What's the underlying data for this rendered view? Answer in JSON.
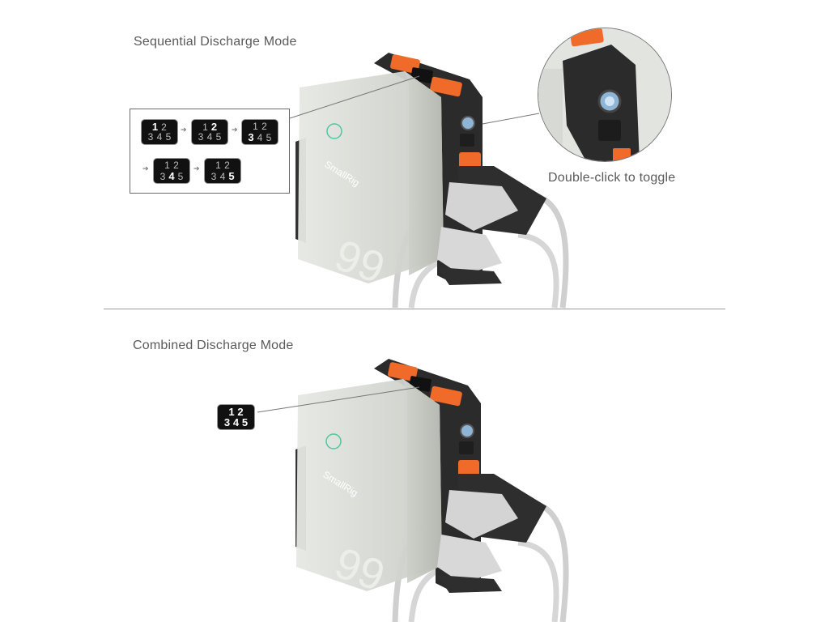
{
  "sections": {
    "sequential": {
      "title": "Sequential Discharge Mode",
      "toggle_hint": "Double-click to toggle",
      "steps": [
        {
          "cells": [
            "1",
            "2",
            "3",
            "4",
            "5"
          ],
          "active": "1"
        },
        {
          "cells": [
            "1",
            "2",
            "3",
            "4",
            "5"
          ],
          "active": "2"
        },
        {
          "cells": [
            "1",
            "2",
            "3",
            "4",
            "5"
          ],
          "active": "3"
        },
        {
          "cells": [
            "1",
            "2",
            "3",
            "4",
            "5"
          ],
          "active": "4"
        },
        {
          "cells": [
            "1",
            "2",
            "3",
            "4",
            "5"
          ],
          "active": "5"
        }
      ]
    },
    "combined": {
      "title": "Combined Discharge Mode",
      "cells": [
        "1",
        "2",
        "3",
        "4",
        "5"
      ]
    }
  },
  "product": {
    "brand": "SmallRig",
    "capacity_badge": "99"
  },
  "colors": {
    "accent_orange": "#f06a2a",
    "battery_body": "#d9dcd6",
    "plate_dark": "#2b2b2b",
    "cable": "#cfcfcf",
    "led_bg": "#111111"
  },
  "icons": {
    "arrow": "arrow-right-icon",
    "power_button": "power-button-icon"
  }
}
